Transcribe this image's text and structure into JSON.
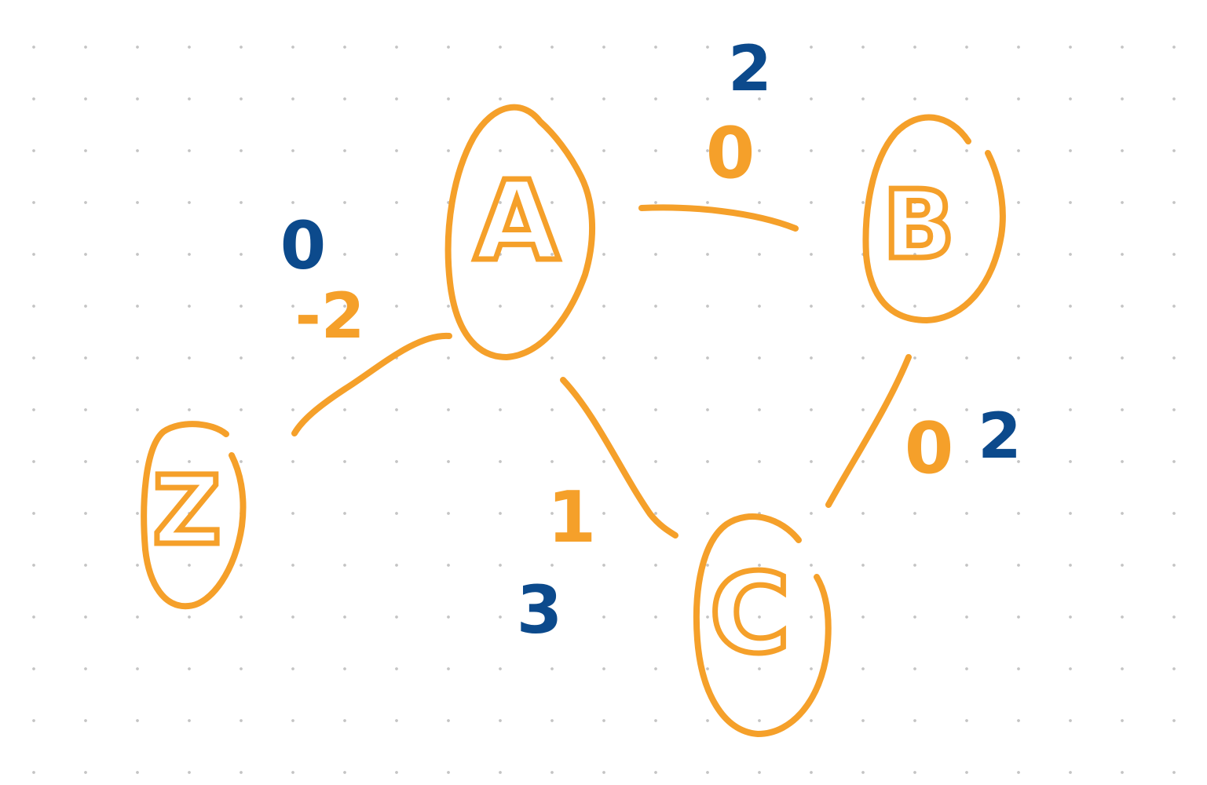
{
  "colors": {
    "background": "#ffffff",
    "grid_dot": "#c4c4c4",
    "graph_ink": "#F5A02A",
    "value_ink": "#0C4A8C"
  },
  "nodes": [
    {
      "id": "A",
      "label": "A",
      "value": ""
    },
    {
      "id": "B",
      "label": "B",
      "value": "2"
    },
    {
      "id": "C",
      "label": "C",
      "value": "3"
    },
    {
      "id": "Z",
      "label": "Z",
      "value": "0"
    }
  ],
  "edges": [
    {
      "from": "A",
      "to": "B",
      "weight": "0"
    },
    {
      "from": "A",
      "to": "C",
      "weight": "1"
    },
    {
      "from": "B",
      "to": "C",
      "weight": "0"
    },
    {
      "from": "A",
      "to": "Z",
      "weight": "-2"
    }
  ]
}
